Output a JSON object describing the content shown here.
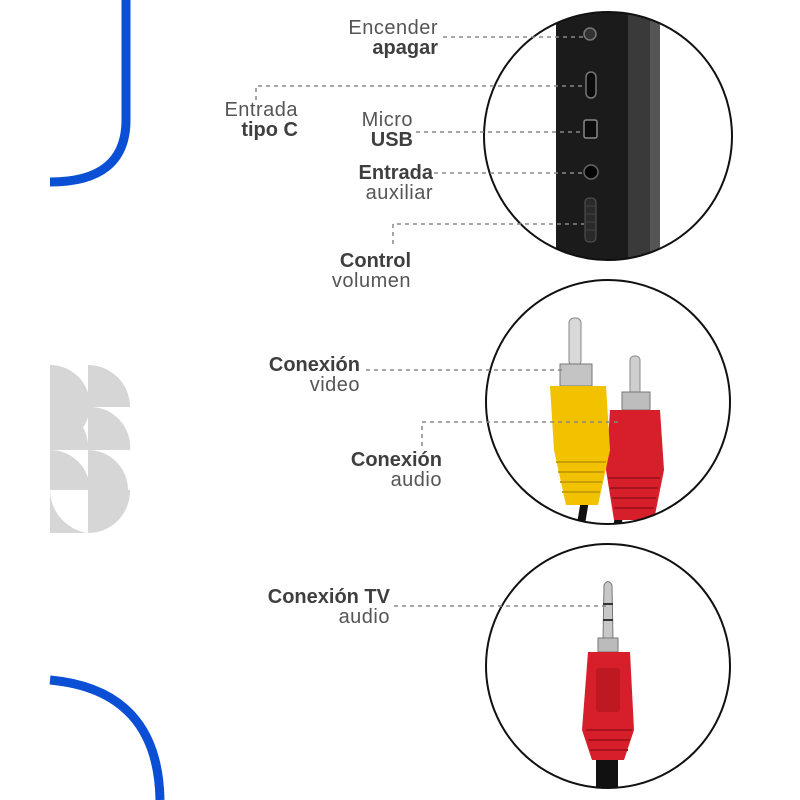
{
  "colors": {
    "accent_blue": "#0a4fd4",
    "text_dark": "#3f3f3f",
    "text_light": "#555555",
    "deco_gray": "#d6d6d6"
  },
  "labels": {
    "power": {
      "line1": "Encender",
      "line2": "apagar"
    },
    "usbc": {
      "line1": "Entrada",
      "line2": "tipo C"
    },
    "micro": {
      "line1": "Micro",
      "line2": "USB"
    },
    "aux": {
      "line1": "Entrada",
      "line2": "auxiliar"
    },
    "volume": {
      "line1": "Control",
      "line2": "volumen"
    },
    "video": {
      "line1": "Conexión",
      "line2": "video"
    },
    "audio": {
      "line1": "Conexión",
      "line2": "audio"
    },
    "tv": {
      "line1": "Conexión TV",
      "line2": "audio"
    }
  }
}
